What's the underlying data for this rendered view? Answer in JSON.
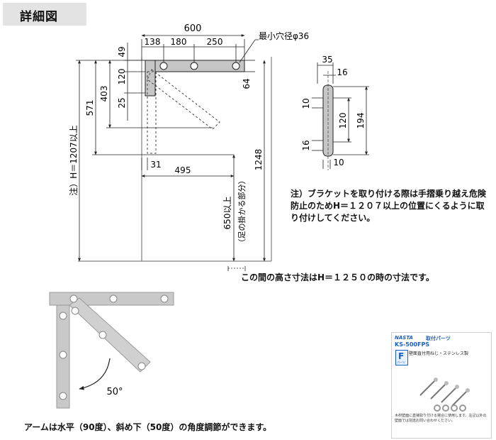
{
  "header": {
    "title": "詳細図"
  },
  "dimensions": {
    "overall_width": "600",
    "seg1": "138",
    "seg2": "180",
    "seg3": "250",
    "min_hole": "最小穴径φ36",
    "d49": "49",
    "d120": "120",
    "d25": "25",
    "d403": "403",
    "d571": "571",
    "d64": "64",
    "d31": "31",
    "d495": "495",
    "d1248": "1248",
    "d650": "650以上",
    "d650_sub": "（足の掛かる部分）",
    "h_note": "注）H＝1207以上"
  },
  "side_view": {
    "d35": "35",
    "d16a": "16",
    "d10a": "10",
    "d120": "120",
    "d194": "194",
    "d16b": "16",
    "d10b": "10"
  },
  "notes": {
    "caution": "注）ブラケットを取り付ける際は手摺乗り越え危険防止のためH＝１２０７以上の位置にくるように取り付けしてください。",
    "height_note": "この間の高さ寸法はH＝１２５０の時の寸法です。",
    "arm_note": "アームは水平（90度）、斜め下（50度）の角度調節ができます。"
  },
  "photo": {
    "angle_label": "50°"
  },
  "package": {
    "brand": "NASTA",
    "parts_label": "取付パーツ",
    "code": "KS-500FPS",
    "description": "壁面直付用ねじ・ステンレス製",
    "badge": "F",
    "badge_sub": "パーツ",
    "fine_print": "木材壁面に直接取り付ける場合に使用します。左記以外の壁面では別途お問い合わせください。"
  },
  "colors": {
    "steel": "#c6c6c6",
    "line": "#222222",
    "header_bg": "#e3e3e3",
    "brand": "#1a5ec8"
  }
}
